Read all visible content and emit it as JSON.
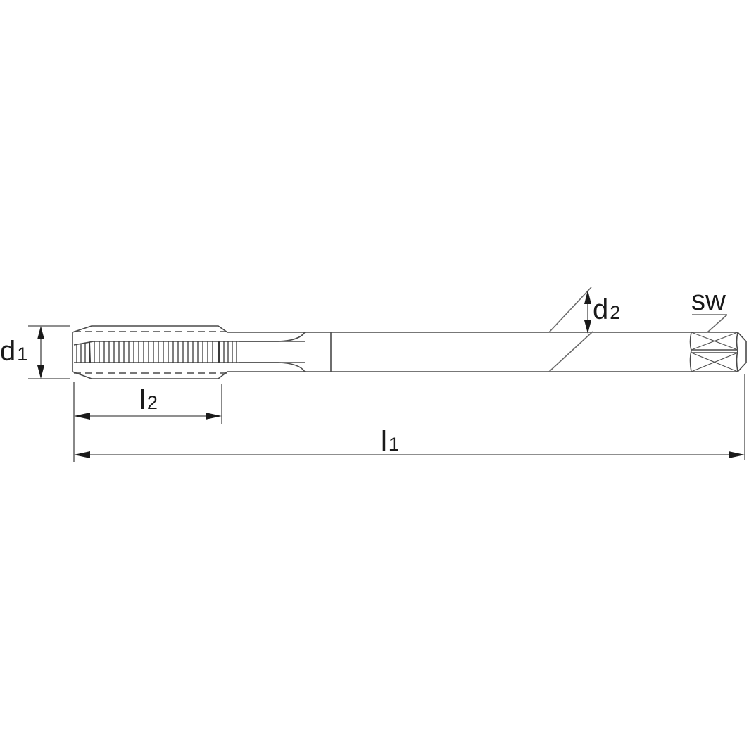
{
  "drawing": {
    "subject": "Machine tap with square drive end",
    "labels": {
      "d1": {
        "main": "d",
        "sub": "1"
      },
      "d2": {
        "main": "d",
        "sub": "2"
      },
      "l1": {
        "main": "l",
        "sub": "1"
      },
      "l2": {
        "main": "l",
        "sub": "2"
      },
      "sw": {
        "main": "sw"
      }
    },
    "colors": {
      "line": "#4a4a4a",
      "dimension": "#6a6a6a",
      "text": "#1a1a1a",
      "background": "#ffffff"
    }
  }
}
